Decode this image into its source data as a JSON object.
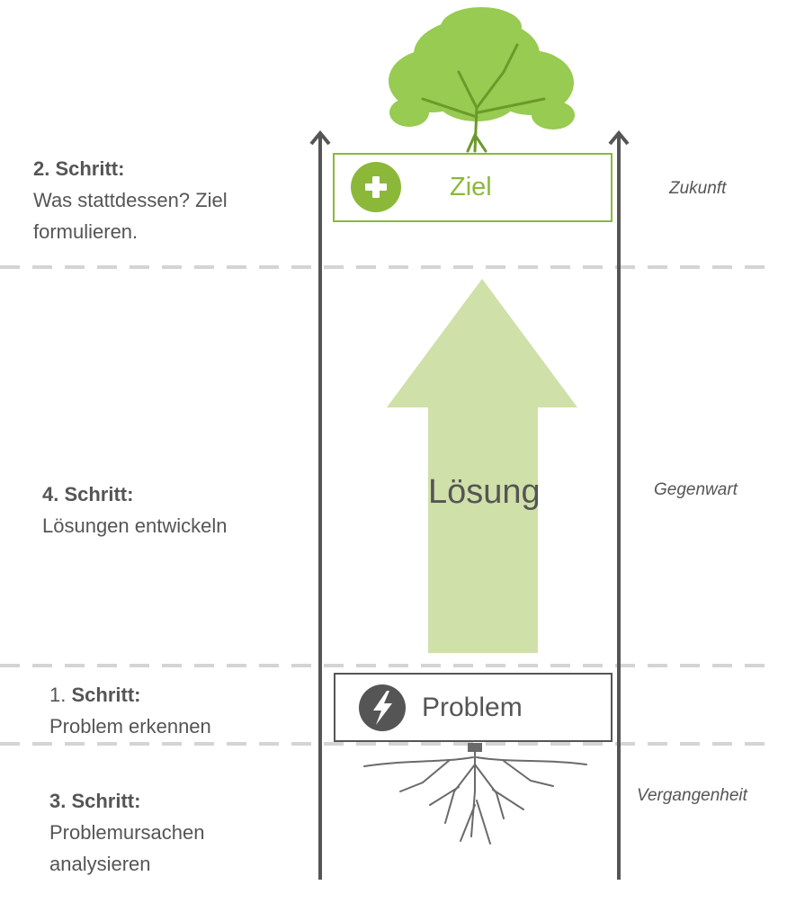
{
  "colors": {
    "green": "#8cb83a",
    "light_green": "#cfe0a8",
    "gray": "#555555",
    "dash": "#d4d4d4",
    "tree": "#8cc63f"
  },
  "steps": [
    {
      "number": "2. Schritt:",
      "text": "Was stattdessen? Ziel formulieren."
    },
    {
      "number": "4. Schritt:",
      "text": "Lösungen entwickeln"
    },
    {
      "prefix": "1.",
      "number": "Schritt:",
      "text": "Problem erkennen"
    },
    {
      "number": "3. Schritt:",
      "text": "Problemursachen analysieren"
    }
  ],
  "times": {
    "future": "Zukunft",
    "present": "Gegenwart",
    "past": "Vergangenheit"
  },
  "goal": {
    "label": "Ziel",
    "icon": "plus-icon"
  },
  "problem": {
    "label": "Problem",
    "icon": "lightning-icon"
  },
  "solution": {
    "label": "Lösung"
  },
  "illustrations": {
    "top": "tree-icon",
    "bottom": "roots-icon"
  }
}
